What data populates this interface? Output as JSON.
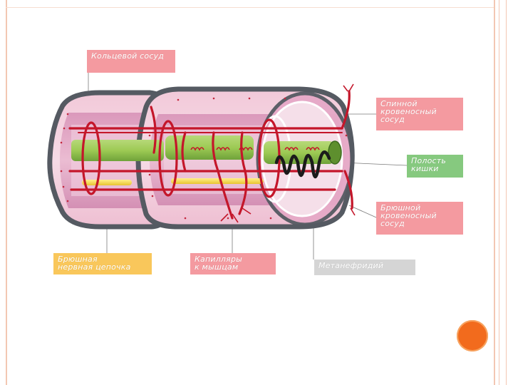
{
  "labels": {
    "ring_vessel": "Кольцевой сосуд",
    "dorsal_vessel": "Спинной\nкровеносный\nсосуд",
    "gut_cavity": "Полость\nкишки",
    "ventral_vessel": "Брюшной\nкровеносный\nсосуд",
    "nerve_cord": "Брюшная\nнервная цепочка",
    "capillaries": "Капилляры\nк мышцам",
    "metanephridium": "Метанефридий"
  },
  "colors": {
    "pink_label": "#f49aa0",
    "green_label": "#86c97f",
    "yellow_label": "#f9c75b",
    "gray_label": "#d5d5d5",
    "accent_dot": "#f26b1d",
    "frame": "#f3c7b3"
  }
}
